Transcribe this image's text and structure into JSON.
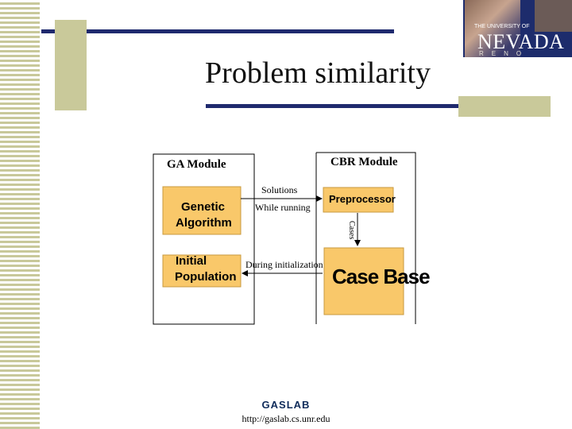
{
  "slide": {
    "title": "Problem similarity"
  },
  "logo": {
    "top_text": "THE UNIVERSITY OF",
    "name": "NEVADA",
    "sub": "RENO"
  },
  "diagram": {
    "ga_module": "GA Module",
    "cbr_module": "CBR Module",
    "genetic_algorithm": [
      "Genetic",
      "Algorithm"
    ],
    "initial_population": [
      "Initial",
      "Population"
    ],
    "preprocessor": "Preprocessor",
    "case_base": "Case Base",
    "solutions": "Solutions",
    "while_running": "While running",
    "cases": "Cases",
    "during_initialization": "During initialization"
  },
  "footer": {
    "lab_logo": "GASLAB",
    "url": "http://gaslab.cs.unr.edu"
  },
  "colors": {
    "navy": "#1f2a6e",
    "olive": "#c9c99a",
    "box_fill": "#f9c86a"
  }
}
